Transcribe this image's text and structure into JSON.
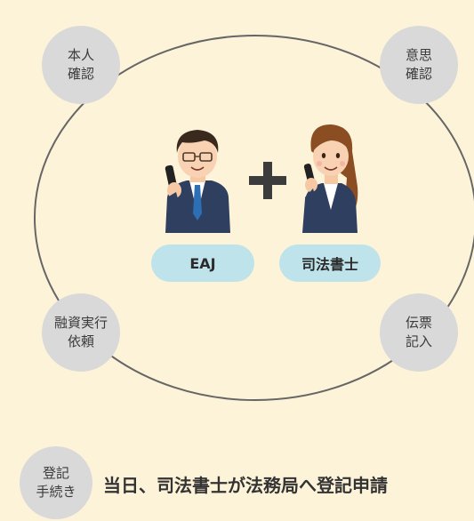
{
  "nodes": {
    "identity_check": "本人\n確認",
    "intent_check": "意思\n確認",
    "loan_execution": "融資実行\n依頼",
    "slip_entry": "伝票\n記入",
    "registration": "登記\n手続き"
  },
  "labels": {
    "eaj": "EAJ",
    "scrivener": "司法書士"
  },
  "step_text": "当日、司法書士が法務局へ登記申請",
  "colors": {
    "background": "#fdf3d8",
    "node_gray": "#d9d9d9",
    "pill_blue": "#bfe3ea",
    "suit_navy": "#2f3f5f",
    "tie_blue": "#2c6fb5",
    "plus_dark": "#3c3c3c"
  }
}
